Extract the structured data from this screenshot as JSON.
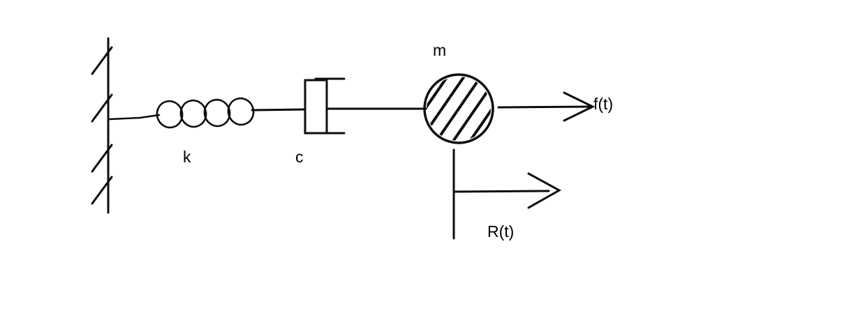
{
  "diagram": {
    "labels": {
      "mass": "m",
      "spring": "k",
      "damper": "c",
      "applied_force": "f(t)",
      "reaction_force": "R(t)"
    },
    "colors": {
      "ink": "#0d0d0d",
      "background": "#ffffff"
    }
  }
}
